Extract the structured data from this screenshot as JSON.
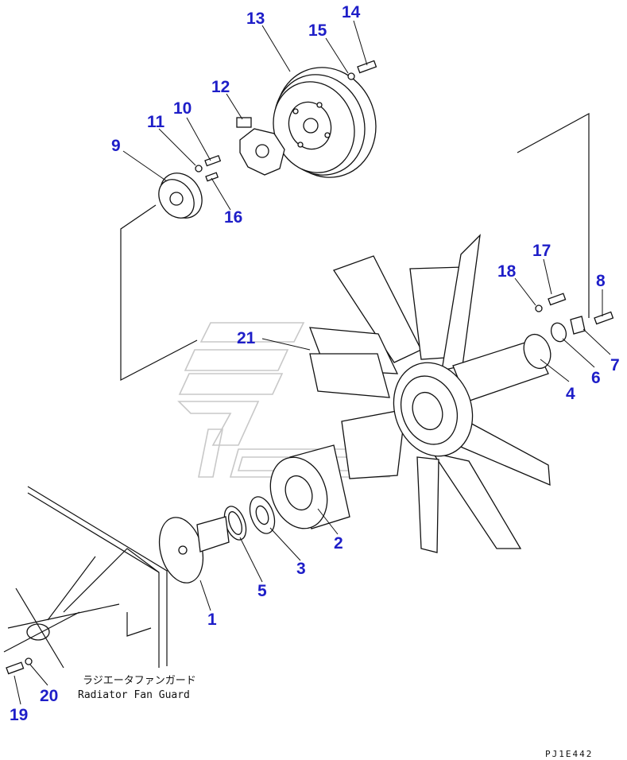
{
  "callouts": {
    "c1": "1",
    "c2": "2",
    "c3": "3",
    "c4": "4",
    "c5": "5",
    "c6": "6",
    "c7": "7",
    "c8": "8",
    "c9": "9",
    "c10": "10",
    "c11": "11",
    "c12": "12",
    "c13": "13",
    "c14": "14",
    "c15": "15",
    "c16": "16",
    "c17": "17",
    "c18": "18",
    "c19": "19",
    "c20": "20",
    "c21": "21"
  },
  "caption": {
    "japanese": "ラジエータファンガード",
    "english": "Radiator Fan Guard"
  },
  "drawing_code": "PJ1E442",
  "colors": {
    "callout": "#1e1ec8",
    "line": "#111111"
  }
}
